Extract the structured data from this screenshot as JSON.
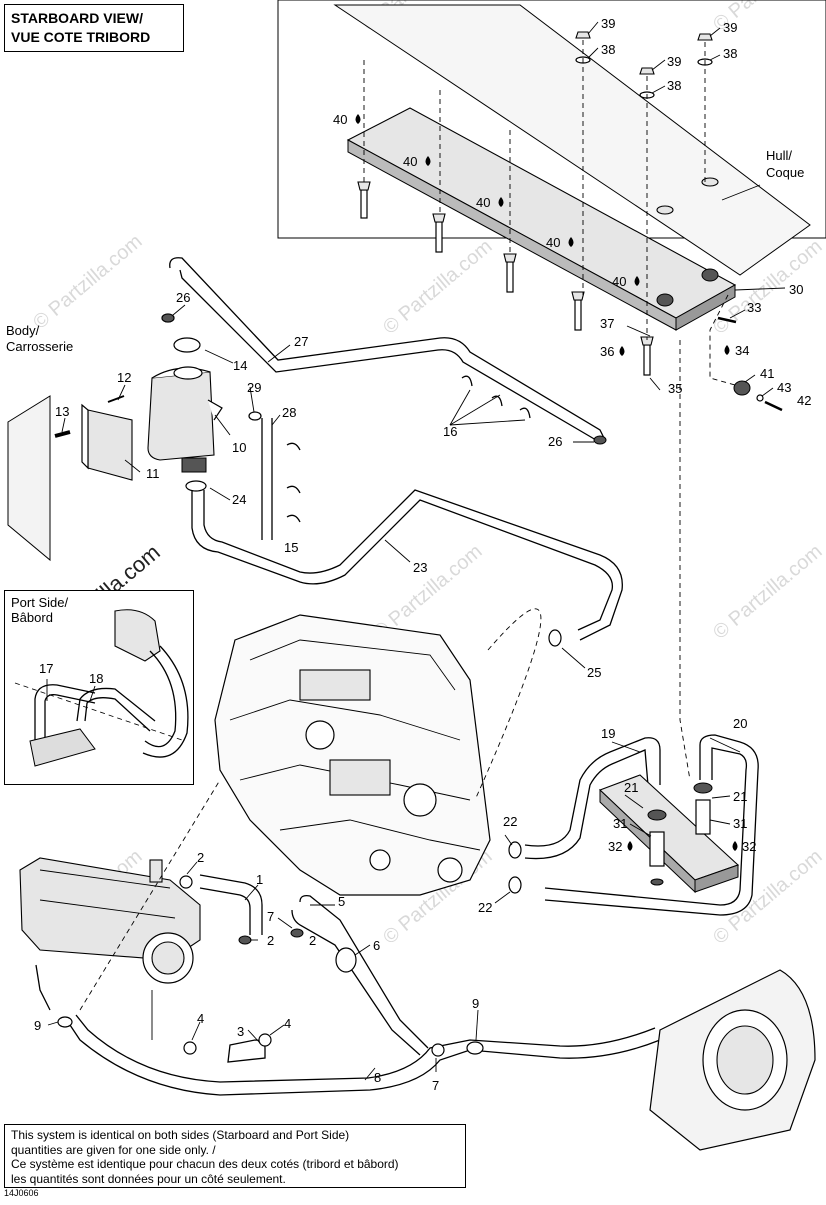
{
  "title": {
    "line1": "STARBOARD VIEW/",
    "line2": "VUE COTE TRIBORD"
  },
  "labels": {
    "hull_line1": "Hull/",
    "hull_line2": "Coque",
    "body_line1": "Body/",
    "body_line2": "Carrosserie"
  },
  "inset": {
    "title_line1": "Port Side/",
    "title_line2": "Bâbord"
  },
  "watermark": {
    "site": "© Partzilla.com"
  },
  "note": {
    "line1": "This system is identical on both sides (Starboard and Port Side)",
    "line2": "quantities are given for one side only. /",
    "line3": "Ce système est identique pour chacun des deux cotés (tribord et bâbord)",
    "line4": "les quantités sont données pour un côté seulement."
  },
  "ref_code": "14J0606",
  "part_numbers": {
    "p1": "1",
    "p2": "2",
    "p3": "3",
    "p4": "4",
    "p5": "5",
    "p6": "6",
    "p7": "7",
    "p8": "8",
    "p9": "9",
    "p10": "10",
    "p11": "11",
    "p12": "12",
    "p13": "13",
    "p14": "14",
    "p15": "15",
    "p16": "16",
    "p17": "17",
    "p18": "18",
    "p19": "19",
    "p20": "20",
    "p21": "21",
    "p22": "22",
    "p23": "23",
    "p24": "24",
    "p25": "25",
    "p26": "26",
    "p27": "27",
    "p28": "28",
    "p29": "29",
    "p30": "30",
    "p31": "31",
    "p32": "32",
    "p33": "33",
    "p34": "34",
    "p35": "35",
    "p36": "36",
    "p37": "37",
    "p38": "38",
    "p39": "39",
    "p40": "40",
    "p41": "41",
    "p42": "42",
    "p43": "43"
  }
}
